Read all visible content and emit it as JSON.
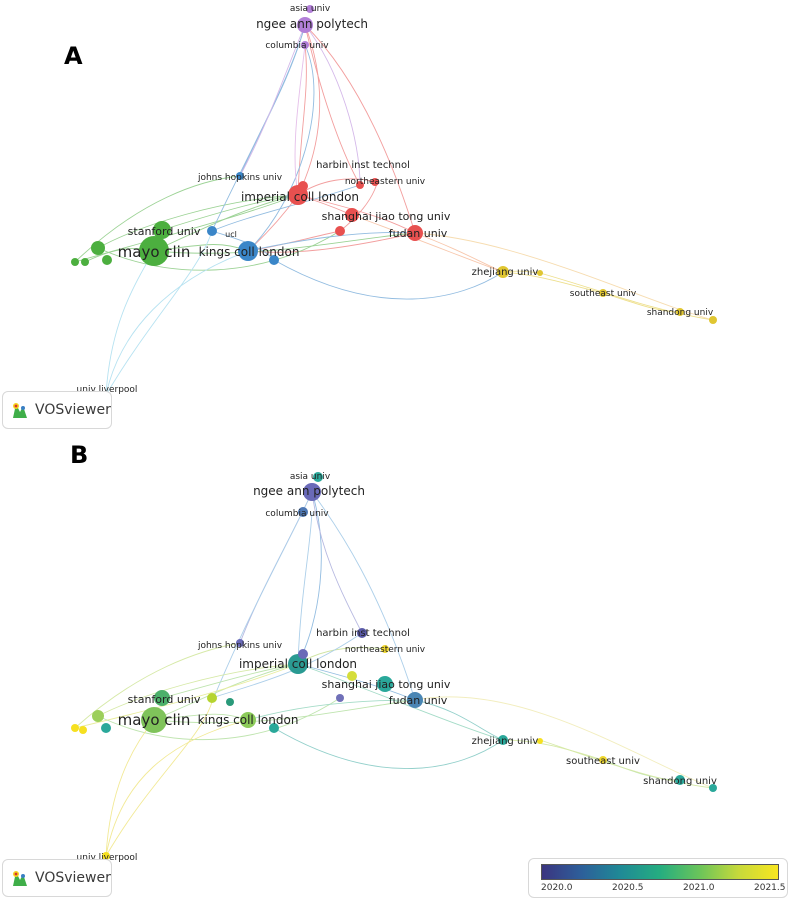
{
  "panels": [
    {
      "letter": "A",
      "logo_text": "VOSviewer"
    },
    {
      "letter": "B",
      "logo_text": "VOSviewer"
    }
  ],
  "nodes": [
    {
      "id": "asia",
      "label": "asia univ"
    },
    {
      "id": "ngee",
      "label": "ngee ann polytech"
    },
    {
      "id": "columbia",
      "label": "columbia univ"
    },
    {
      "id": "harbin",
      "label": "harbin inst technol"
    },
    {
      "id": "jhu",
      "label": "johns hopkins univ"
    },
    {
      "id": "northeastern",
      "label": "northeastern univ"
    },
    {
      "id": "imperial",
      "label": "imperial coll london"
    },
    {
      "id": "sjtu",
      "label": "shanghai jiao tong univ"
    },
    {
      "id": "stanford",
      "label": "stanford univ"
    },
    {
      "id": "fudan",
      "label": "fudan univ"
    },
    {
      "id": "ucl",
      "label": "ucl"
    },
    {
      "id": "mayo",
      "label": "mayo clin"
    },
    {
      "id": "kings",
      "label": "kings coll london"
    },
    {
      "id": "zhejiang",
      "label": "zhejiang univ"
    },
    {
      "id": "southeast",
      "label": "southeast univ"
    },
    {
      "id": "shandong",
      "label": "shandong univ"
    },
    {
      "id": "liverpool",
      "label": "univ liverpool"
    }
  ],
  "legend": {
    "ticks": [
      "2020.0",
      "2020.5",
      "2021.0",
      "2021.5"
    ],
    "colors": [
      "#3b3580",
      "#2d5f9a",
      "#1f8a96",
      "#25ad80",
      "#6ac45a",
      "#c7d93b",
      "#f8e620"
    ]
  },
  "cluster_colors": {
    "red": "#e8504f",
    "green": "#4caf3f",
    "blue": "#3a86c8",
    "purple": "#b27fd8",
    "yellow": "#e0c631",
    "light_blue": "#7ccbe6"
  }
}
